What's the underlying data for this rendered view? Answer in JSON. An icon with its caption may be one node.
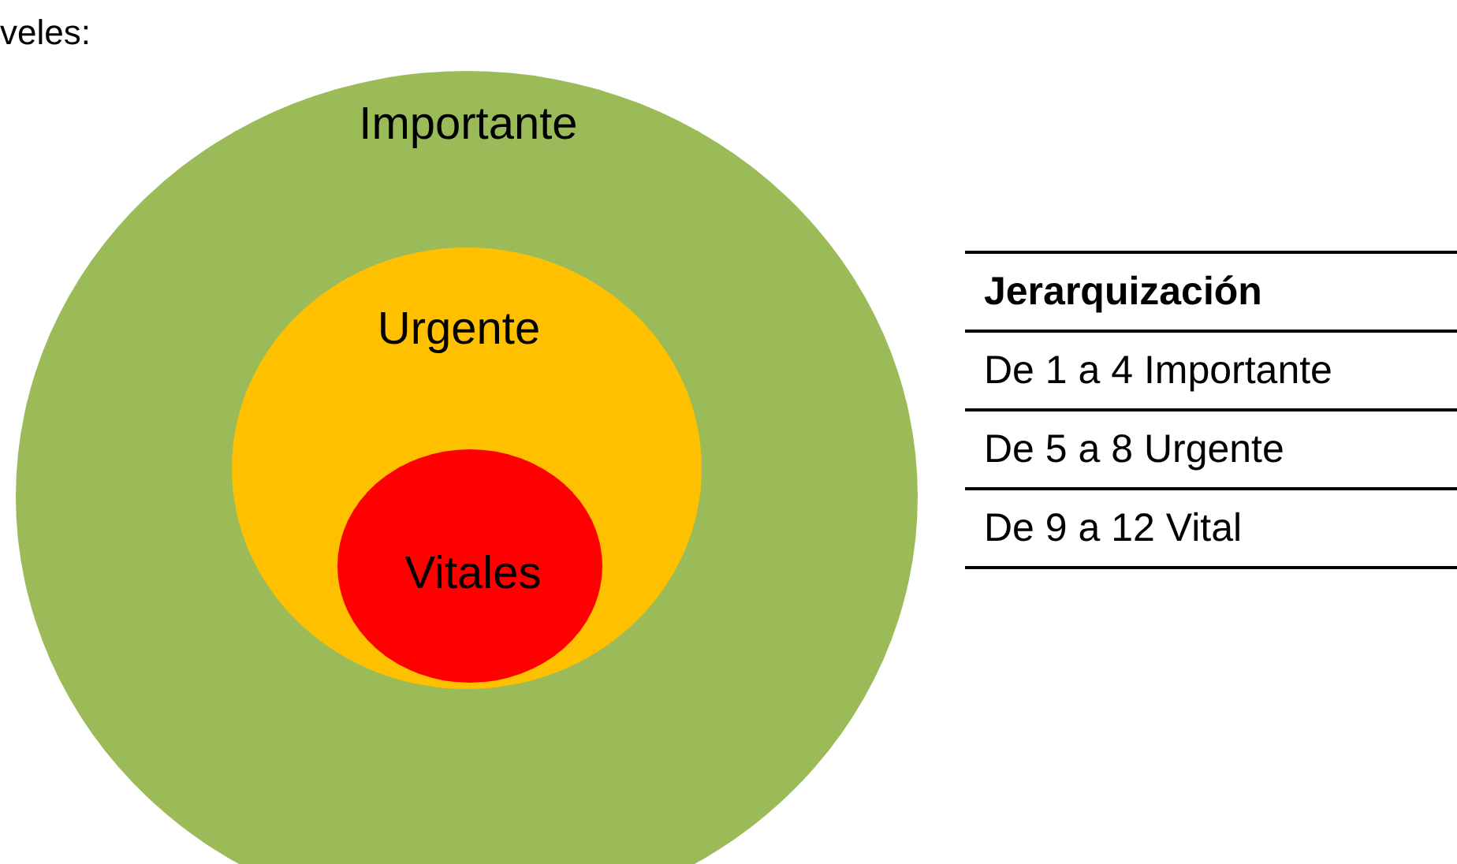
{
  "diagram": {
    "nodes": [
      {
        "text": [
          "Importante"
        ]
      },
      {
        "text": [
          "Urgente"
        ],
        "in": 0
      },
      {
        "text": [
          "Vitales"
        ],
        "in": 1
      }
    ],
    "labels": [
      "veles:",
      "Jerarquización",
      "De 1 a 4 Importante",
      "De 5 a 8 Urgente",
      "De 9 a 12 Vital"
    ]
  }
}
